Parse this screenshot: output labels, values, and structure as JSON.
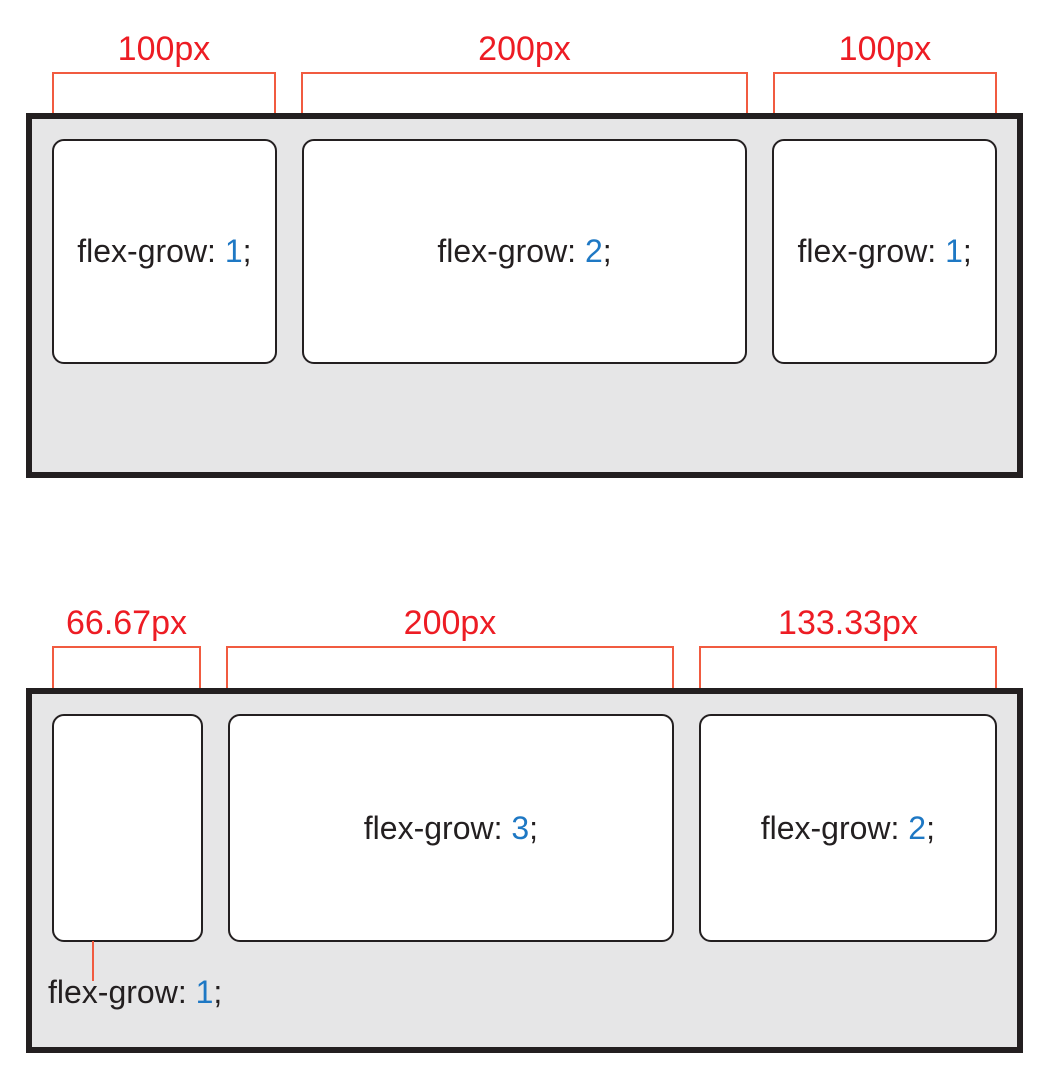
{
  "colors": {
    "measurement_red": "#ed1c24",
    "line_red": "#f15b40",
    "value_blue": "#1e78c4",
    "container_gray": "#e6e6e7",
    "outline_dark": "#231f20"
  },
  "example1": {
    "measurements": [
      {
        "label": "100px"
      },
      {
        "label": "200px"
      },
      {
        "label": "100px"
      }
    ],
    "boxes": [
      {
        "prefix": "flex-grow: ",
        "value": "1",
        "suffix": ";"
      },
      {
        "prefix": "flex-grow: ",
        "value": "2",
        "suffix": ";"
      },
      {
        "prefix": "flex-grow: ",
        "value": "1",
        "suffix": ";"
      }
    ]
  },
  "example2": {
    "measurements": [
      {
        "label": "66.67px"
      },
      {
        "label": "200px"
      },
      {
        "label": "133.33px"
      }
    ],
    "boxes": [
      {
        "prefix": "",
        "value": "",
        "suffix": ""
      },
      {
        "prefix": "flex-grow: ",
        "value": "3",
        "suffix": ";"
      },
      {
        "prefix": "flex-grow: ",
        "value": "2",
        "suffix": ";"
      }
    ],
    "callout": {
      "prefix": "flex-grow: ",
      "value": "1",
      "suffix": ";"
    }
  }
}
